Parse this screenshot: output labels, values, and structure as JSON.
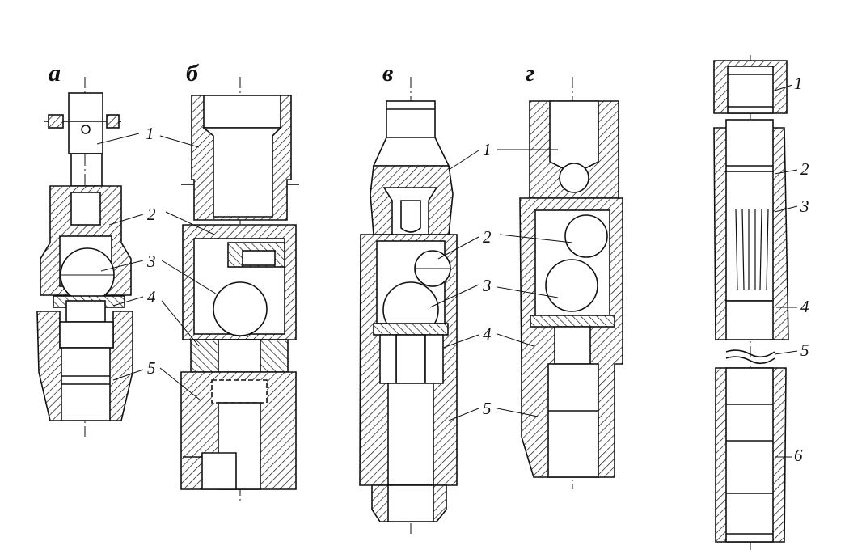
{
  "variants": [
    {
      "id": "a",
      "letter": "а",
      "callouts": [
        "1",
        "2",
        "3",
        "4",
        "5"
      ]
    },
    {
      "id": "b",
      "letter": "б",
      "callouts": []
    },
    {
      "id": "v",
      "letter": "в",
      "callouts": [
        "1",
        "2",
        "3",
        "4",
        "5"
      ]
    },
    {
      "id": "g",
      "letter": "г",
      "callouts": []
    },
    {
      "id": "e",
      "letter": "",
      "callouts": [
        "1",
        "2",
        "3",
        "4",
        "5",
        "6"
      ]
    }
  ],
  "colors": {
    "ink": "#111111",
    "paper": "#ffffff"
  }
}
